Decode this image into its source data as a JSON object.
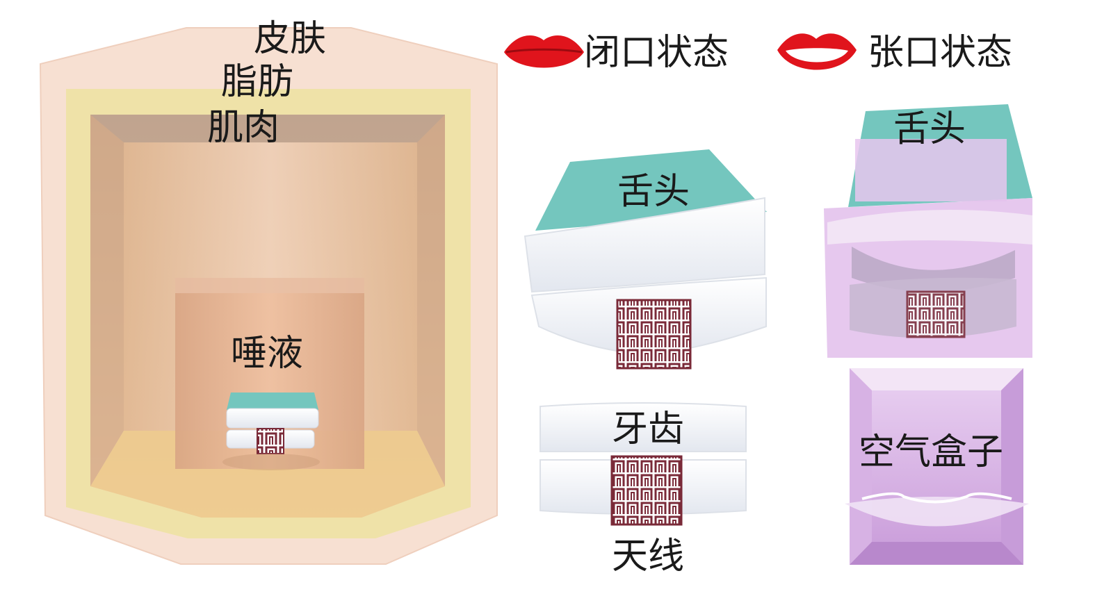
{
  "layers": {
    "skin": "皮肤",
    "fat": "脂肪",
    "muscle": "肌肉",
    "saliva": "唾液"
  },
  "legend": {
    "closed_label": "闭口状态",
    "open_label": "张口状态"
  },
  "closed_model": {
    "tongue": "舌头",
    "teeth": "牙齿",
    "antenna": "天线"
  },
  "open_model": {
    "tongue": "舌头",
    "air_box": "空气盒子"
  },
  "colors": {
    "skin": "#f6dccd",
    "fat": "#efe1a0",
    "muscle": "#dcb797",
    "tongue": "#74c6be",
    "antenna": "#7a2a38",
    "lips": "#e0141c",
    "air_box": "#d9b5e6"
  }
}
